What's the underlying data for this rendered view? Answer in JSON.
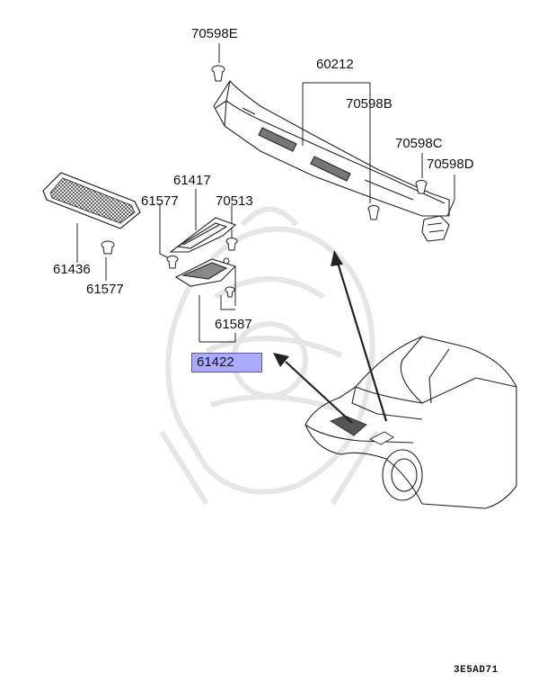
{
  "labels": {
    "p70598E": "70598E",
    "p60212": "60212",
    "p70598B": "70598B",
    "p70598C": "70598C",
    "p70598D": "70598D",
    "p61417": "61417",
    "p61577a": "61577",
    "p70513": "70513",
    "p61436": "61436",
    "p61577b": "61577",
    "p61587": "61587",
    "p61422": "61422"
  },
  "diagram_code": "3E5AD71",
  "colors": {
    "highlight": "#aaaaff",
    "line": "#222222",
    "watermark": "#ececec"
  }
}
